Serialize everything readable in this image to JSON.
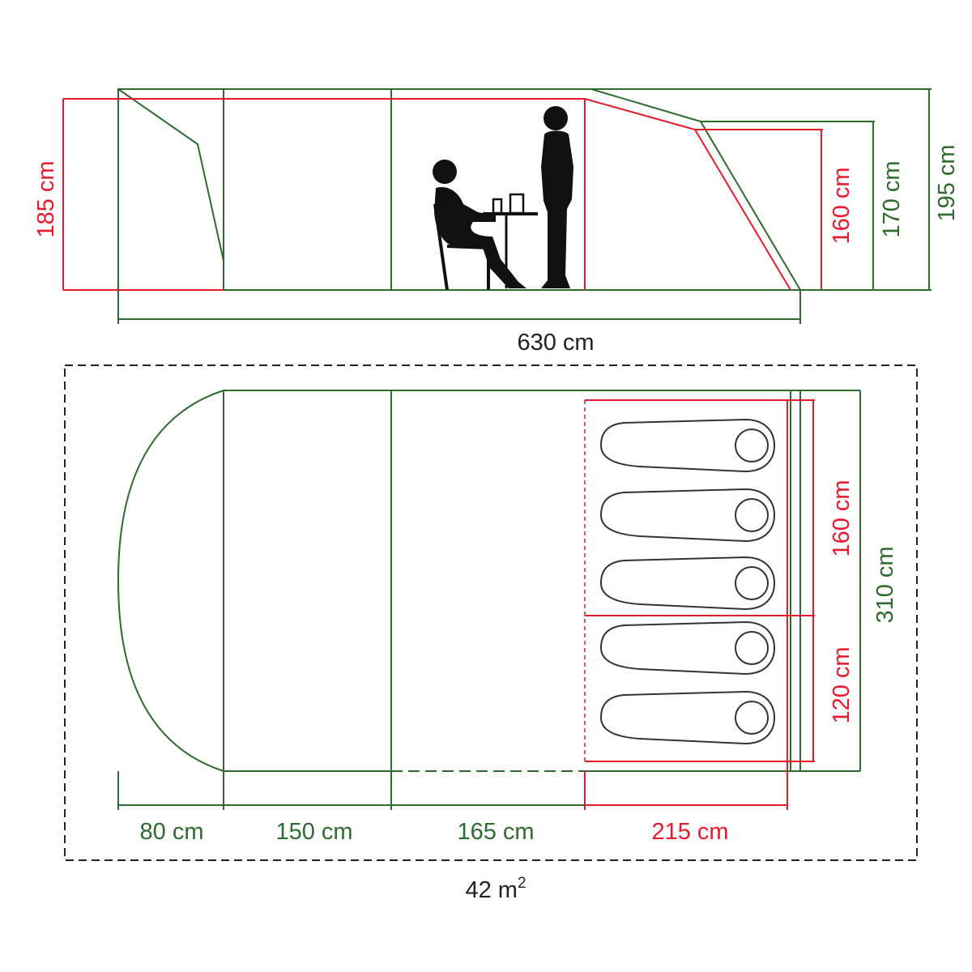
{
  "colors": {
    "inner": "#e8192c",
    "outer": "#2e6b2e",
    "total": "#222222"
  },
  "side_view": {
    "height_living": "185 cm",
    "height_bedroom_inner": "160 cm",
    "height_bedroom_outer": "170 cm",
    "height_total": "195 cm",
    "length_total": "630 cm"
  },
  "floor_plan": {
    "height_bedroom_upper": "160 cm",
    "height_bedroom_lower": "120 cm",
    "width_total": "310 cm",
    "segments": [
      "80 cm",
      "150 cm",
      "165 cm",
      "215 cm"
    ],
    "area_value": "42 m",
    "area_unit_exponent": "2"
  },
  "icons": {
    "seated_person": "seated-person-icon",
    "standing_person": "standing-person-icon",
    "table": "table-icon",
    "sleeping_bag": "sleeping-bag-icon"
  }
}
